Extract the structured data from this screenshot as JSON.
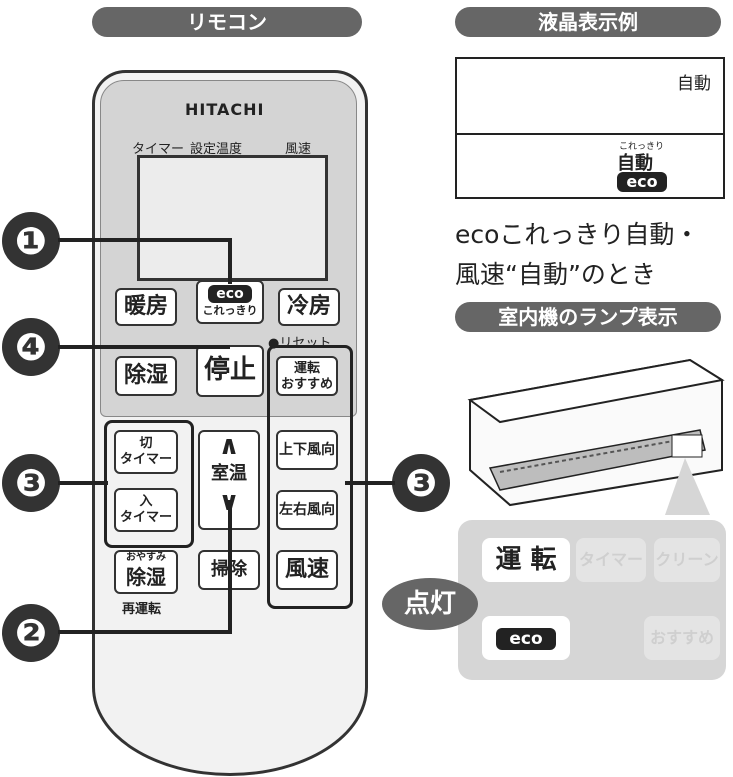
{
  "header": {
    "remote_title": "リモコン",
    "lcd_example_title": "液晶表示例",
    "lamp_title": "室内機のランプ表示"
  },
  "remote": {
    "brand": "HITACHI",
    "lcd_labels": [
      "タイマー",
      "設定温度",
      "風速"
    ],
    "buttons": {
      "heating": "暖房",
      "eco_line1": "eco",
      "eco_line2": "これっきり",
      "cooling": "冷房",
      "reset": "●リセット",
      "dehumidify": "除湿",
      "stop": "停止",
      "run_line1": "運転",
      "run_line2": "おすすめ",
      "off_timer_line1": "切",
      "off_timer_line2": "タイマー",
      "on_timer_line1": "入",
      "on_timer_line2": "タイマー",
      "up_arrow": "∧",
      "room_temp": "室温",
      "down_arrow": "∨",
      "up_down_wind": "上下風向",
      "left_right_wind": "左右風向",
      "sleep_line1": "おやすみ",
      "sleep_line2": "除湿",
      "sleep_sub": "再運転",
      "clean": "掃除",
      "fan_speed": "風速"
    },
    "callouts": [
      "❶",
      "❹",
      "❸",
      "❷",
      "❸"
    ]
  },
  "lcd_example": {
    "top_right": "自動",
    "small_label": "これっきり",
    "auto": "自動",
    "eco": "eco"
  },
  "caption": {
    "line1": "ecoこれっきり自動・",
    "line2": "風速“自動”のとき"
  },
  "lamp": {
    "run": "運 転",
    "timer": "タイマー",
    "clean": "クリーン",
    "eco": "eco",
    "recommend": "おすすめ",
    "lit_label": "点灯"
  },
  "colors": {
    "header_bg": "#666666",
    "accent_dark": "#333333",
    "lamp_bg": "#d6d6d6"
  }
}
